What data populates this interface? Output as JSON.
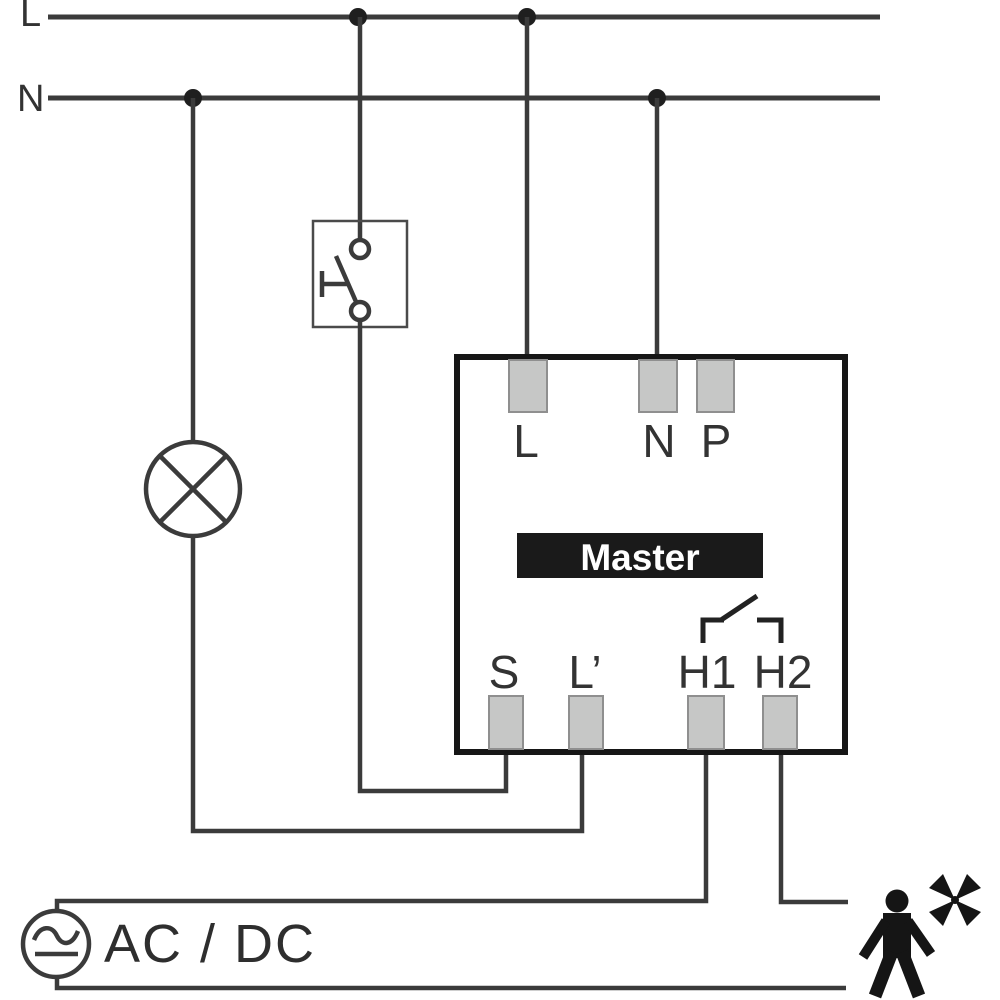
{
  "diagram": {
    "type": "wiring-diagram",
    "bus": {
      "line_label": "L",
      "neutral_label": "N"
    },
    "switch": {
      "kind": "pushbutton-switch"
    },
    "lamp": {
      "kind": "lamp"
    },
    "device": {
      "name": "Master",
      "top_terminals": [
        "L",
        "N",
        "P"
      ],
      "bottom_terminals": [
        "S",
        "L’",
        "H1",
        "H2"
      ]
    },
    "source": {
      "label": "AC / DC"
    },
    "load": {
      "icon": "person-with-fan"
    },
    "colors": {
      "wire": "#3b3b3b",
      "device_border": "#161616",
      "terminal_fill": "#c6c7c6",
      "terminal_border": "#8f8f8f",
      "label_text": "#333333",
      "band_bg": "#1a1a1a",
      "band_text": "#ffffff",
      "pictogram": "#151515"
    }
  }
}
